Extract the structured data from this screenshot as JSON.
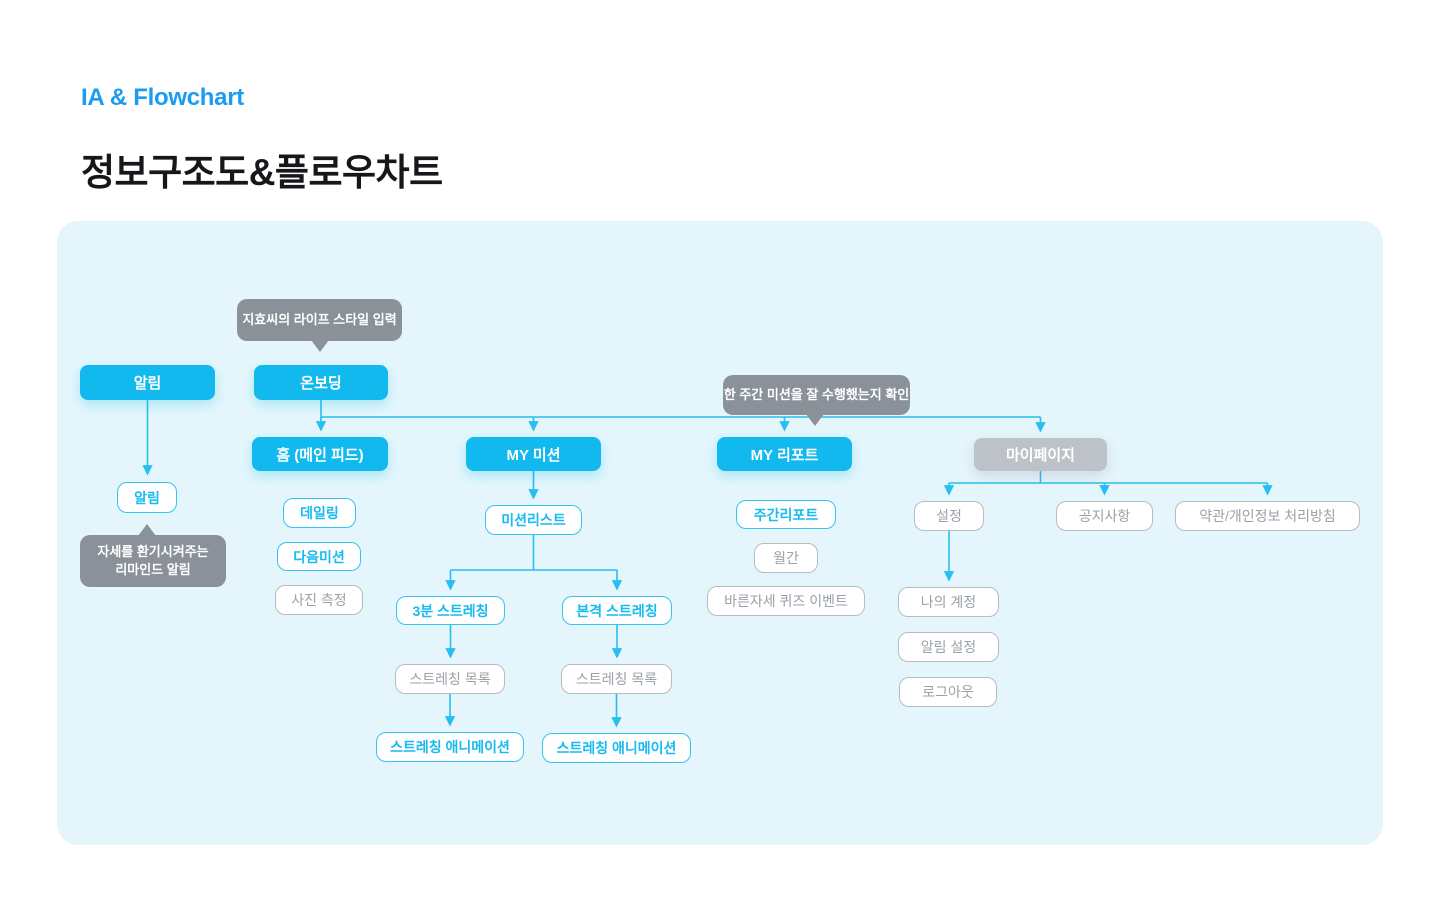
{
  "header": {
    "eyebrow": "IA & Flowchart",
    "title": "정보구조도&플로우차트"
  },
  "colors": {
    "title_blue": "#1B9CF0",
    "heading": "#15171A",
    "panel_bg": "#E4F6FC",
    "cyan": "#12B9EE",
    "cyan_border": "#35C3F2",
    "cyan_text": "#17BBEF",
    "line": "#27BEF1",
    "gray_callout": "#8A9199",
    "gray_fill": "#BDC2C9",
    "gray_border": "#B6BCC3",
    "gray_text": "#9AA1A8"
  },
  "callouts": {
    "onboarding_tip": {
      "text": "지효씨의 라이프 스타일 입력"
    },
    "report_tip": {
      "text": "한 주간 미션을 잘 수행했는지 확인"
    },
    "remind_tip": {
      "line1": "자세를 환기시켜주는",
      "line2": "리마인드 알림"
    }
  },
  "nodes": {
    "notif_main": {
      "label": "알림"
    },
    "onboarding": {
      "label": "온보딩"
    },
    "home": {
      "label": "홈 (메인 피드)"
    },
    "my_mission": {
      "label": "MY 미션"
    },
    "my_report": {
      "label": "MY 리포트"
    },
    "my_page": {
      "label": "마이페이지"
    },
    "notif_sub": {
      "label": "알림"
    },
    "dailing": {
      "label": "데일링"
    },
    "next_mission": {
      "label": "다음미션"
    },
    "photo_measure": {
      "label": "사진 측정"
    },
    "mission_list": {
      "label": "미션리스트"
    },
    "stretch_3min": {
      "label": "3분 스트레칭"
    },
    "stretch_full": {
      "label": "본격 스트레칭"
    },
    "stretch_list_left": {
      "label": "스트레칭 목록"
    },
    "stretch_list_right": {
      "label": "스트레칭 목록"
    },
    "stretch_anim_left": {
      "label": "스트레칭 애니메이션"
    },
    "stretch_anim_right": {
      "label": "스트레칭 애니메이션"
    },
    "weekly_report": {
      "label": "주간리포트"
    },
    "monthly": {
      "label": "월간"
    },
    "quiz_event": {
      "label": "바른자세 퀴즈 이벤트"
    },
    "settings": {
      "label": "설정"
    },
    "notices": {
      "label": "공지사항"
    },
    "terms": {
      "label": "약관/개인정보 처리방침"
    },
    "my_account": {
      "label": "나의 계정"
    },
    "notif_settings": {
      "label": "알림 설정"
    },
    "logout": {
      "label": "로그아웃"
    }
  }
}
